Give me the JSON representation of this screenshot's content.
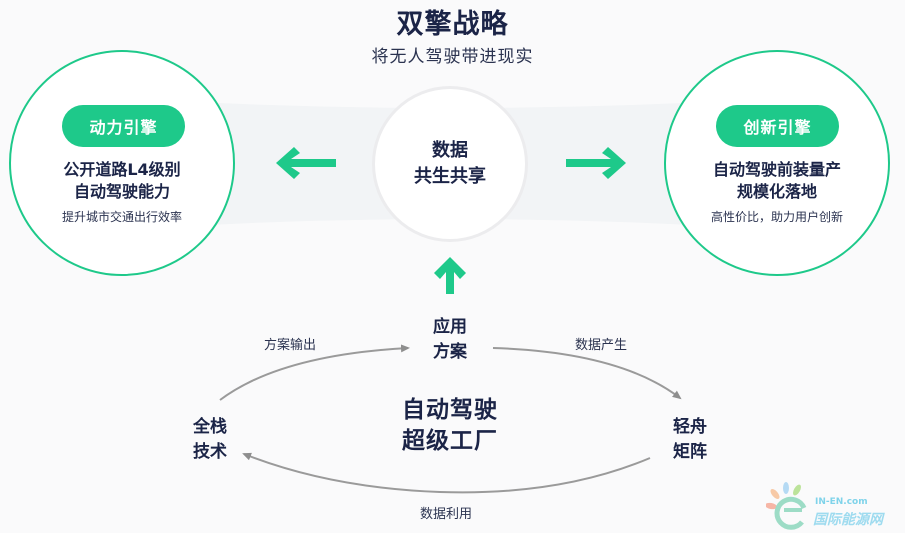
{
  "header": {
    "title": "双擎战略",
    "subtitle": "将无人驾驶带进现实"
  },
  "left_engine": {
    "badge": "动力引擎",
    "headline_line1": "公开道路L4级别",
    "headline_line2": "自动驾驶能力",
    "description": "提升城市交通出行效率"
  },
  "right_engine": {
    "badge": "创新引擎",
    "headline_line1": "自动驾驶前装量产",
    "headline_line2": "规模化落地",
    "description": "高性价比，助力用户创新"
  },
  "center_hub": {
    "line1": "数据",
    "line2": "共生共享"
  },
  "cycle": {
    "core_line1": "自动驾驶",
    "core_line2": "超级工厂",
    "node_top": {
      "line1": "应用",
      "line2": "方案"
    },
    "node_left": {
      "line1": "全栈",
      "line2": "技术"
    },
    "node_right": {
      "line1": "轻舟",
      "line2": "矩阵"
    },
    "edge_left_to_top": "方案输出",
    "edge_top_to_right": "数据产生",
    "edge_right_to_left": "数据利用"
  },
  "watermark": {
    "domain_text": "IN-EN.com",
    "name_text": "国际能源网"
  },
  "colors": {
    "accent_green": "#1ec98a",
    "text_navy": "#1b2447",
    "band_gray": "#f2f4f6",
    "arc_gray": "#9a9a9a",
    "background": "#fafafb"
  },
  "icons": {
    "left_arrow": "arrow-left-icon",
    "right_arrow": "arrow-right-icon",
    "up_arrow": "arrow-up-icon"
  }
}
